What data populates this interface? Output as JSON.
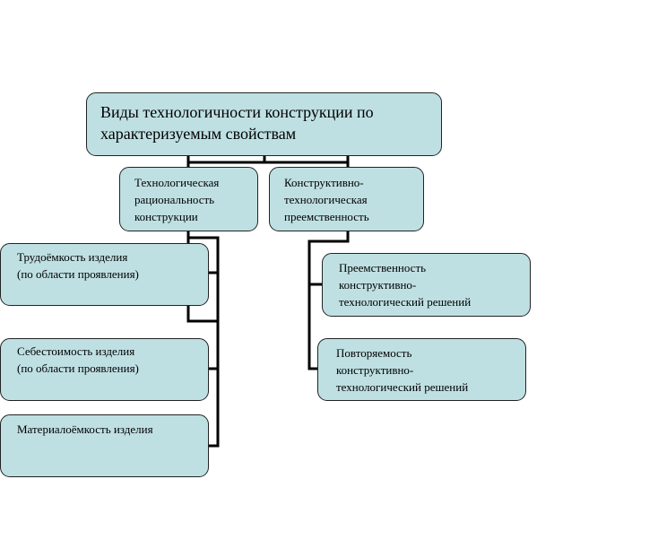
{
  "diagram": {
    "root": {
      "text": "Виды технологичности конструкции по\nхарактеризуемым свойствам"
    },
    "group_left": {
      "text": "Технологическая\nрациональность\nконструкции"
    },
    "group_right": {
      "text": "Конструктивно-\nтехнологическая\nпреемственность"
    },
    "left_items": [
      {
        "text": "Трудоёмкость изделия\n(по области проявления)"
      },
      {
        "text": "Себестоимость изделия\n(по области проявления)"
      },
      {
        "text": "Материалоёмкость изделия"
      }
    ],
    "right_items": [
      {
        "text": "Преемственность\nконструктивно-\nтехнологический решений"
      },
      {
        "text": "Повторяемость\nконструктивно-\nтехнологический решений"
      }
    ],
    "colors": {
      "box_fill": "#bfe0e3",
      "box_border": "#222222",
      "connector": "#000000"
    }
  }
}
